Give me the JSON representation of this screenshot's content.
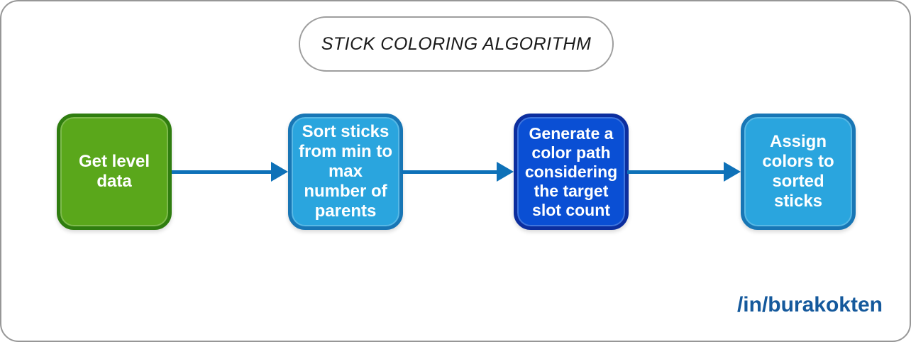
{
  "title": "STICK COLORING ALGORITHM",
  "flowchart": {
    "steps": [
      {
        "label": "Get level data",
        "variant": "green"
      },
      {
        "label": "Sort sticks from min to max number of parents",
        "variant": "light-blue"
      },
      {
        "label": "Generate a color path considering the target slot count",
        "variant": "dark-blue"
      },
      {
        "label": "Assign colors to sorted sticks",
        "variant": "light-blue"
      }
    ],
    "arrow_count": 3
  },
  "footer": {
    "handle": "/in/burakokten"
  },
  "colors": {
    "frame_border": "#979797",
    "pill_border": "#9e9e9e",
    "title_text": "#1a1a1a",
    "green_fill": "#5aa71b",
    "green_border": "#2f7d0f",
    "light_blue_fill": "#2aa5de",
    "light_blue_border": "#1876b5",
    "dark_blue_fill": "#0a4fd4",
    "dark_blue_border": "#0c2e9e",
    "arrow": "#0e71b8",
    "step_text": "#ffffff",
    "footer_text": "#15599c"
  }
}
